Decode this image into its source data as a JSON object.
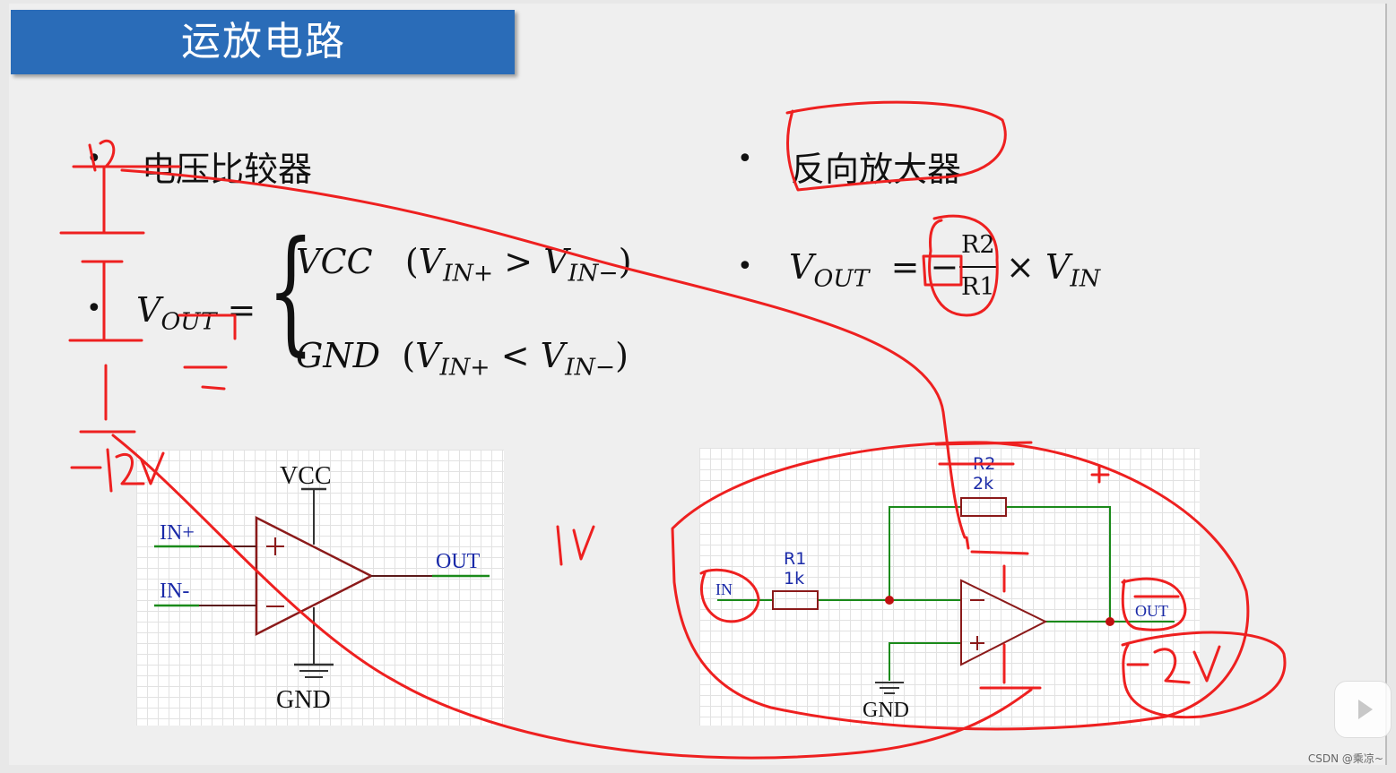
{
  "title": "运放电路",
  "left_section": {
    "heading": "电压比较器",
    "formula": {
      "lhs": "V",
      "lhs_sub": "OUT",
      "case1_value": "VCC",
      "case1_cond_open": "(V",
      "case1_sub1": "IN+",
      "case1_op": ">",
      "case1_sub2": "IN−",
      "case2_value": "GND",
      "case2_op": "<"
    },
    "circuit": {
      "vcc": "VCC",
      "gnd": "GND",
      "in_plus": "IN+",
      "in_minus": "IN-",
      "out": "OUT"
    }
  },
  "right_section": {
    "heading": "反向放大器",
    "formula": {
      "lhs": "V",
      "lhs_sub": "OUT",
      "numerator": "R2",
      "denominator": "R1",
      "times": "×",
      "rhs": "V",
      "rhs_sub": "IN"
    },
    "circuit": {
      "r1_name": "R1",
      "r1_value": "1k",
      "r2_name": "R2",
      "r2_value": "2k",
      "in": "IN",
      "out": "OUT",
      "gnd": "GND"
    }
  },
  "annotations": {
    "plus12": "12",
    "minus12": "-12V",
    "one_volt": "1V",
    "minus2": "-2V",
    "plus": "+"
  },
  "watermark": "CSDN @乘凉~",
  "colors": {
    "title_bg": "#2a6cb8",
    "ink": "#ee2020",
    "wire": "#1a8a1a",
    "opamp": "#8b1a1a",
    "pin_label": "#1a2aa8"
  }
}
